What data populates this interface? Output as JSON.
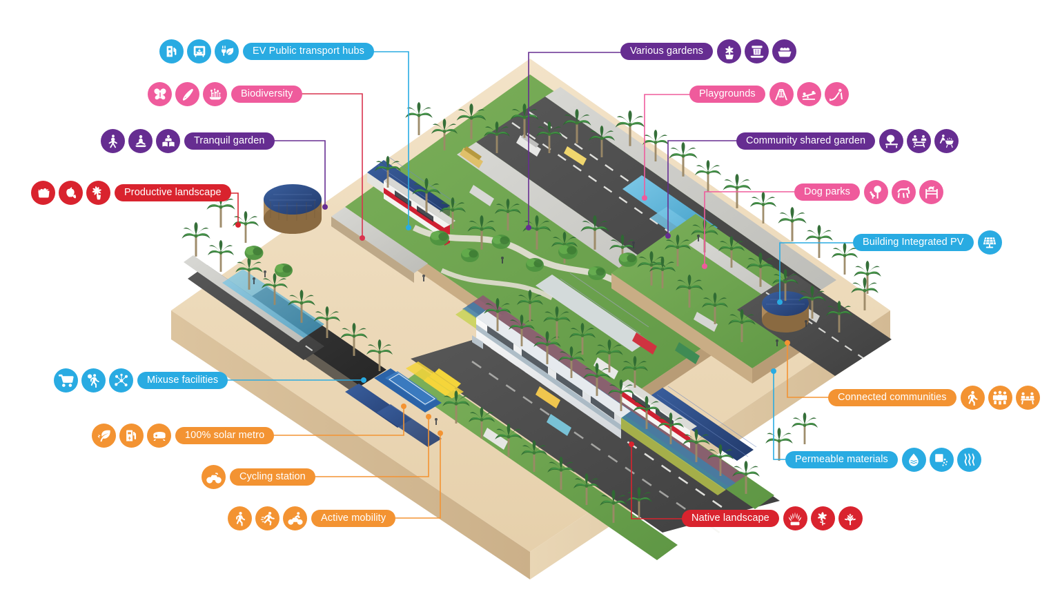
{
  "title": "Sustainable urban district isometric diagram",
  "colors": {
    "blue": "#29abe2",
    "pink": "#ef5b9c",
    "purple": "#662d91",
    "red": "#d9232e",
    "orange": "#f39332",
    "ground_sand": "#efdcc0",
    "ground_sand_dark": "#d9c09a",
    "grass": "#6aa84f",
    "road": "#4a4a4a",
    "water": "#3f7fa8"
  },
  "callouts": [
    {
      "id": "ev-public-transport-hubs",
      "label": "EV Public transport hubs",
      "color": "blue",
      "side": "left",
      "icons": [
        "ev-charging-icon",
        "electric-bus-icon",
        "plug-leaf-icon"
      ]
    },
    {
      "id": "biodiversity",
      "label": "Biodiversity",
      "color": "pink",
      "side": "left",
      "icons": [
        "butterfly-icon",
        "bird-icon",
        "wildflowers-icon"
      ]
    },
    {
      "id": "tranquil-garden",
      "label": "Tranquil garden",
      "color": "purple",
      "side": "left",
      "icons": [
        "yoga-pose-icon",
        "meditation-icon",
        "reading-icon"
      ]
    },
    {
      "id": "productive-landscape",
      "label": "Productive landscape",
      "color": "red",
      "side": "left",
      "icons": [
        "planter-box-icon",
        "fruit-basket-icon",
        "harvest-icon"
      ]
    },
    {
      "id": "mixuse-facilities",
      "label": "Mixuse facilities",
      "color": "blue",
      "side": "left",
      "icons": [
        "shopping-cart-icon",
        "walkability-icon",
        "network-nodes-icon"
      ]
    },
    {
      "id": "solar-metro",
      "label": "100% solar metro",
      "color": "orange",
      "side": "left",
      "icons": [
        "solar-leaf-icon",
        "fuel-station-icon",
        "metro-train-icon"
      ]
    },
    {
      "id": "cycling-station",
      "label": "Cycling station",
      "color": "orange",
      "side": "left",
      "icons": [
        "bicycle-icon"
      ]
    },
    {
      "id": "active-mobility",
      "label": "Active mobility",
      "color": "orange",
      "side": "left",
      "icons": [
        "walking-icon",
        "running-icon",
        "cyclist-icon"
      ]
    },
    {
      "id": "various-gardens",
      "label": "Various gardens",
      "color": "purple",
      "side": "right",
      "icons": [
        "potted-plant-icon",
        "fountain-icon",
        "planter-bed-icon"
      ]
    },
    {
      "id": "playgrounds",
      "label": "Playgrounds",
      "color": "pink",
      "side": "right",
      "icons": [
        "swing-set-icon",
        "seesaw-icon",
        "slide-icon"
      ]
    },
    {
      "id": "community-shared-garden",
      "label": "Community shared garden",
      "color": "purple",
      "side": "right",
      "icons": [
        "tree-bench-icon",
        "picnic-table-icon",
        "bbq-grill-icon"
      ]
    },
    {
      "id": "dog-parks",
      "label": "Dog parks",
      "color": "pink",
      "side": "right",
      "icons": [
        "dog-tree-icon",
        "dog-running-icon",
        "dog-agility-icon"
      ]
    },
    {
      "id": "building-integrated-pv",
      "label": "Building Integrated PV",
      "color": "blue",
      "side": "right",
      "icons": [
        "solar-panel-icon"
      ]
    },
    {
      "id": "connected-communities",
      "label": "Connected communities",
      "color": "orange",
      "side": "right",
      "icons": [
        "pedestrian-icon",
        "people-group-icon",
        "meeting-table-icon"
      ]
    },
    {
      "id": "permeable-materials",
      "label": "Permeable materials",
      "color": "blue",
      "side": "right",
      "icons": [
        "water-drop-icon",
        "porous-paving-icon",
        "air-flow-icon"
      ]
    },
    {
      "id": "native-landscape",
      "label": "Native landscape",
      "color": "red",
      "side": "right",
      "icons": [
        "native-grass-icon",
        "desert-flower-icon",
        "succulent-icon"
      ]
    }
  ]
}
